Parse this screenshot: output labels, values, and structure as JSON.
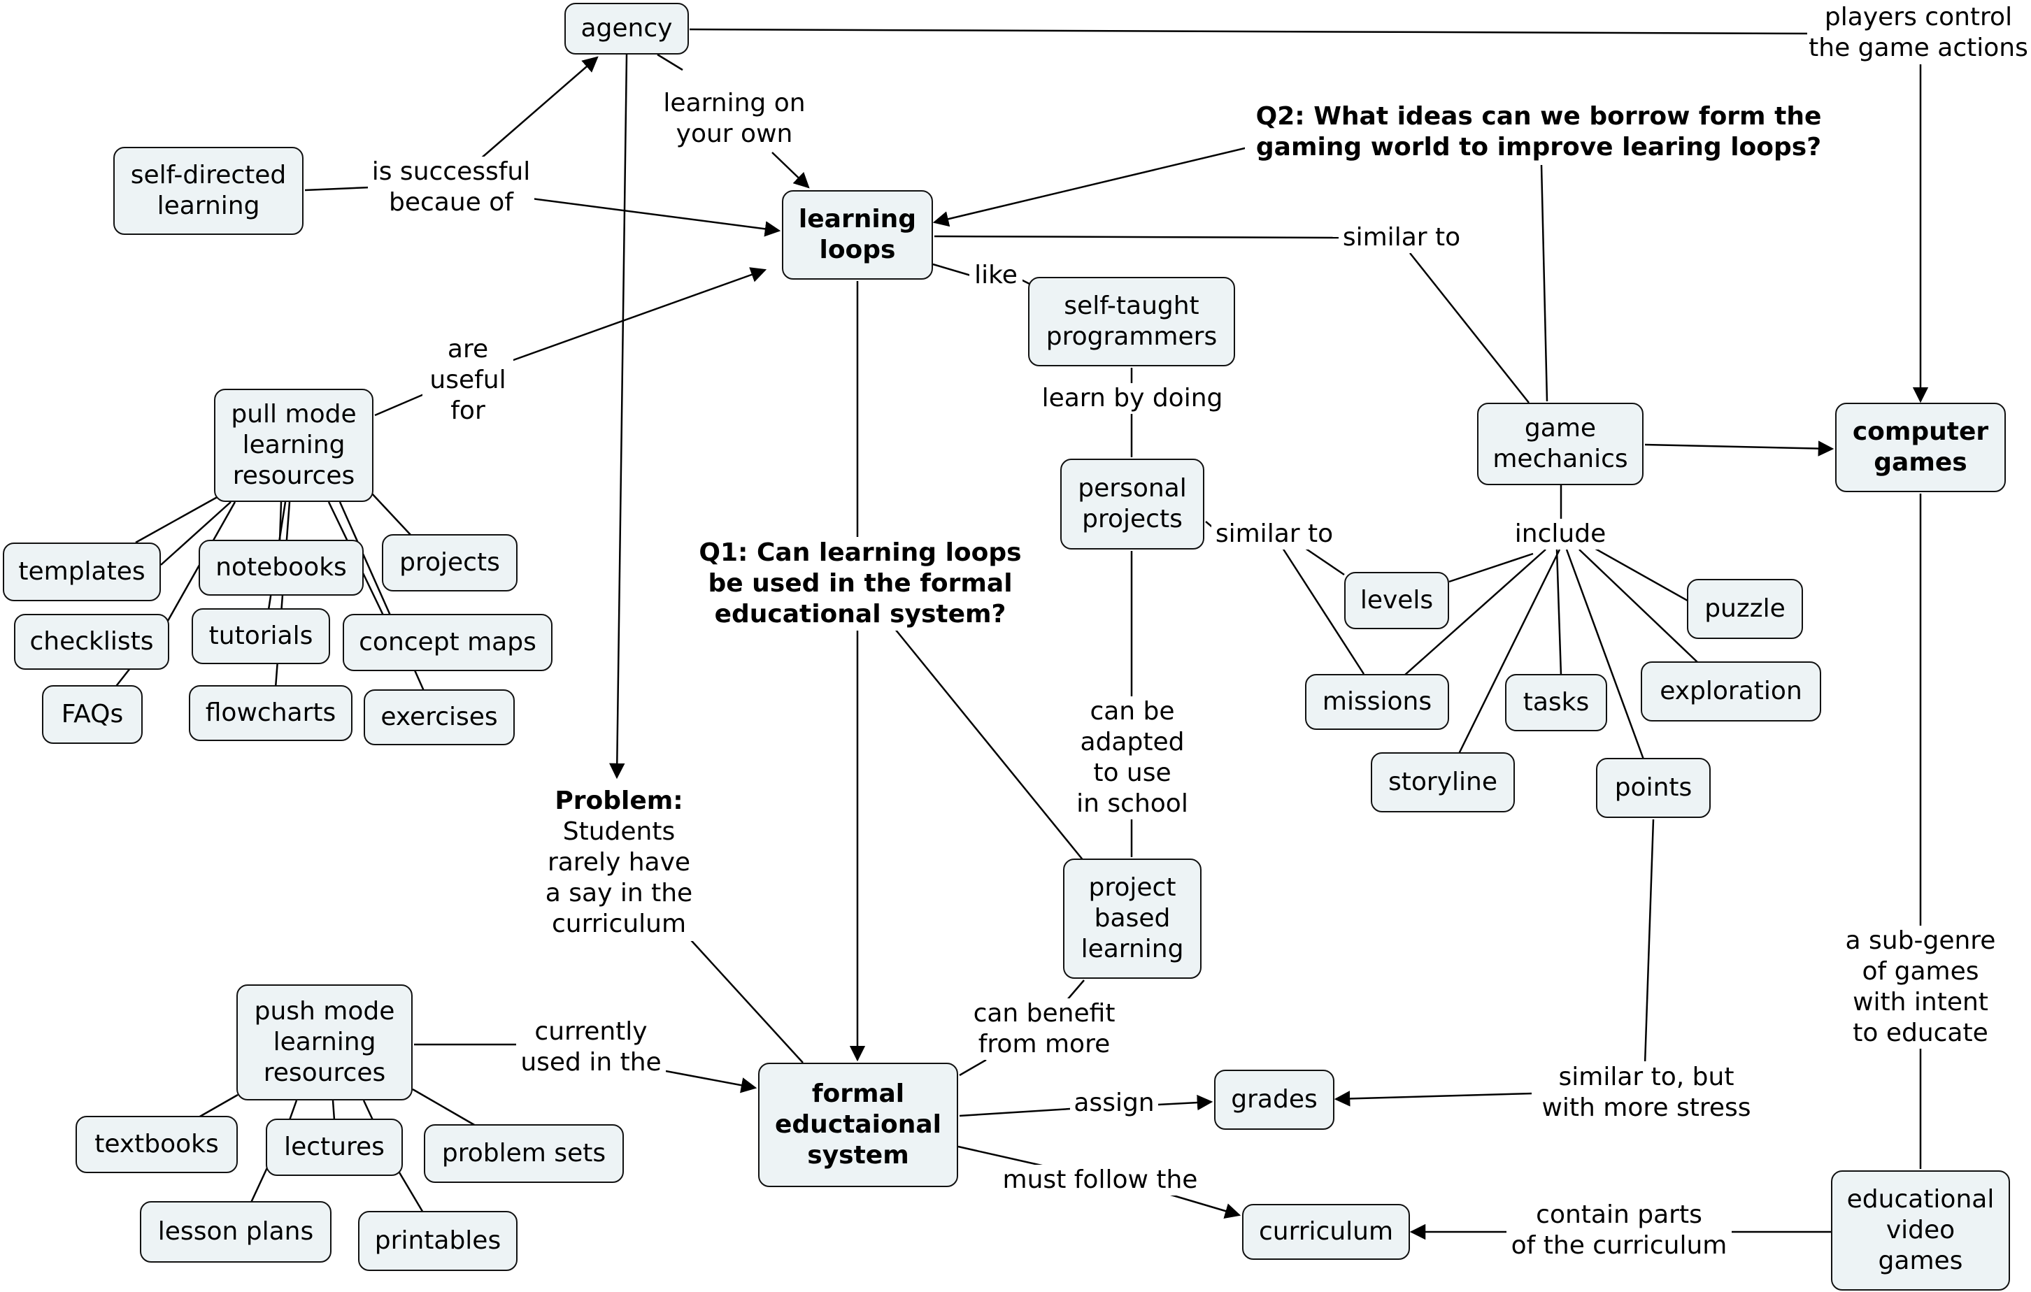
{
  "diagram": {
    "nodes": {
      "agency": [
        "agency"
      ],
      "self_directed": [
        "self-directed",
        "learning"
      ],
      "learning_loops": [
        "learning",
        "loops"
      ],
      "pull_mode": [
        "pull mode",
        "learning",
        "resources"
      ],
      "templates": [
        "templates"
      ],
      "notebooks": [
        "notebooks"
      ],
      "projects": [
        "projects"
      ],
      "checklists": [
        "checklists"
      ],
      "tutorials": [
        "tutorials"
      ],
      "concept_maps": [
        "concept maps"
      ],
      "faqs": [
        "FAQs"
      ],
      "flowcharts": [
        "flowcharts"
      ],
      "exercises": [
        "exercises"
      ],
      "self_taught": [
        "self-taught",
        "programmers"
      ],
      "personal_projects": [
        "personal",
        "projects"
      ],
      "project_based": [
        "project",
        "based",
        "learning"
      ],
      "game_mechanics": [
        "game",
        "mechanics"
      ],
      "computer_games": [
        "computer",
        "games"
      ],
      "levels": [
        "levels"
      ],
      "puzzle": [
        "puzzle"
      ],
      "missions": [
        "missions"
      ],
      "tasks": [
        "tasks"
      ],
      "exploration": [
        "exploration"
      ],
      "storyline": [
        "storyline"
      ],
      "points": [
        "points"
      ],
      "push_mode": [
        "push mode",
        "learning",
        "resources"
      ],
      "textbooks": [
        "textbooks"
      ],
      "lectures": [
        "lectures"
      ],
      "problem_sets": [
        "problem sets"
      ],
      "lesson_plans": [
        "lesson plans"
      ],
      "printables": [
        "printables"
      ],
      "formal_system": [
        "formal",
        "eductaional",
        "system"
      ],
      "grades": [
        "grades"
      ],
      "curriculum": [
        "curriculum"
      ],
      "edu_games": [
        "educational",
        "video",
        "games"
      ]
    },
    "questions": {
      "q1": [
        "Q1: Can learning loops",
        "be used in the formal",
        "educational system?"
      ],
      "q2": [
        "Q2: What ideas can we borrow form the",
        "gaming world to improve learing loops?"
      ],
      "problem_title": "Problem:",
      "problem_body": [
        "Students",
        "rarely have",
        "a say in the",
        "curriculum"
      ]
    },
    "links": {
      "players_control": [
        "players control",
        "the game actions"
      ],
      "learning_on_own": [
        "learning on",
        "your own"
      ],
      "is_successful": [
        "is successful",
        "becaue of"
      ],
      "are_useful": [
        "are",
        "useful",
        "for"
      ],
      "like": [
        "like"
      ],
      "similar_to_a": [
        "similar to"
      ],
      "learn_by_doing": [
        "learn by doing"
      ],
      "similar_to_b": [
        "similar to"
      ],
      "include": [
        "include"
      ],
      "can_be_adapted": [
        "can be",
        "adapted",
        "to use",
        "in school"
      ],
      "sub_genre": [
        "a sub-genre",
        "of games",
        "with intent",
        "to educate"
      ],
      "currently_used": [
        "currently",
        "used in the"
      ],
      "can_benefit": [
        "can benefit",
        "from more"
      ],
      "assign": [
        "assign"
      ],
      "similar_stress": [
        "similar to, but",
        "with more stress"
      ],
      "must_follow": [
        "must follow the"
      ],
      "contain_parts": [
        "contain parts",
        "of the curriculum"
      ]
    }
  }
}
